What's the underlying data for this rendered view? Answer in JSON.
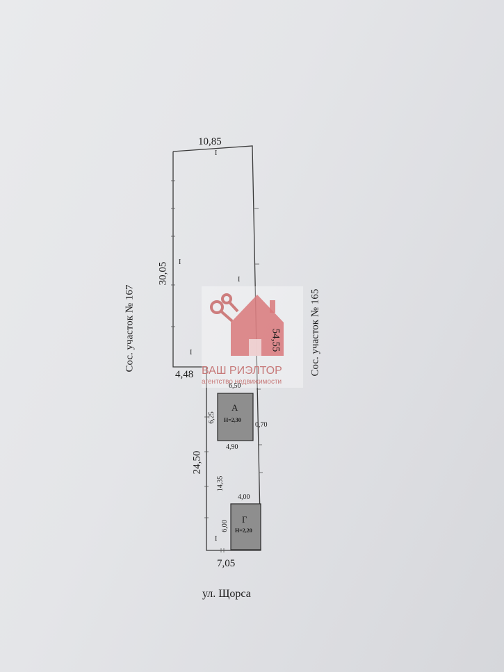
{
  "neighbors": {
    "left": "Сос. участок № 167",
    "right": "Сос. участок № 165"
  },
  "street": "ул. Щорса",
  "dimensions": {
    "top_width": "10,85",
    "left_upper": "30,05",
    "right_total": "54,55",
    "step_left": "4,48",
    "left_lower": "24,50",
    "bottom_width": "7,05",
    "house_top": "6,50",
    "house_side": "6,25",
    "house_bottom": "4,90",
    "house_gap": "0,70",
    "inner_gap": "14,35",
    "garage_top": "4,00",
    "garage_side": "6,00"
  },
  "buildings": {
    "house": {
      "letter": "А",
      "height": "Н=2,30"
    },
    "garage": {
      "letter": "Г",
      "height": "Н=2,20"
    }
  },
  "segment_marks": [
    "I",
    "I",
    "I",
    "I",
    "I"
  ],
  "watermark": {
    "brand": "ВАШ РИЭЛТОР",
    "tagline": "агентство недвижимости",
    "color": "#d9787a"
  }
}
